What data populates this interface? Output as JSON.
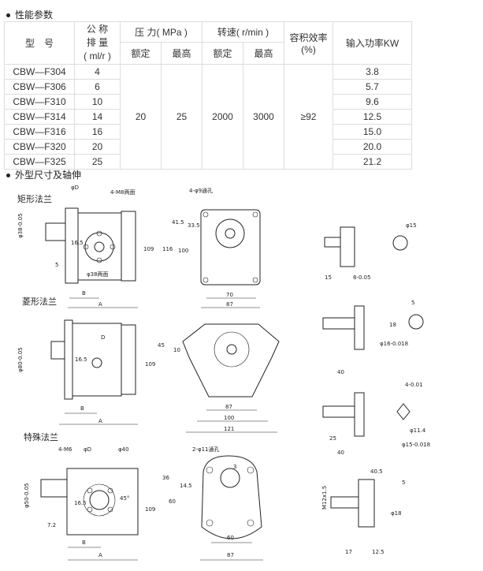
{
  "sections": {
    "performance": "性能参数",
    "dimensions": "外型尺寸及轴伸"
  },
  "table": {
    "headers": {
      "model": "型　号",
      "displacement": [
        "公 称",
        "排 量",
        "( ml/r )"
      ],
      "pressure": "压 力( MPa )",
      "speed": "转速( r/min )",
      "efficiency": "容积效率(%)",
      "power": "输入功率KW",
      "rated": "额定",
      "max": "最高"
    },
    "shared": {
      "pressure_rated": "20",
      "pressure_max": "25",
      "speed_rated": "2000",
      "speed_max": "3000",
      "efficiency": "≥92"
    },
    "rows": [
      {
        "model": "CBW—F304",
        "disp": "4",
        "power": "3.8"
      },
      {
        "model": "CBW—F306",
        "disp": "6",
        "power": "5.7"
      },
      {
        "model": "CBW—F310",
        "disp": "10",
        "power": "9.6"
      },
      {
        "model": "CBW—F314",
        "disp": "14",
        "power": "12.5"
      },
      {
        "model": "CBW—F316",
        "disp": "16",
        "power": "15.0"
      },
      {
        "model": "CBW—F320",
        "disp": "20",
        "power": "20.0"
      },
      {
        "model": "CBW—F325",
        "disp": "25",
        "power": "21.2"
      }
    ]
  },
  "drawings": {
    "rect_flange": {
      "title": "矩形法兰",
      "labels": [
        "φD",
        "4-M8两面",
        "φ38-0.05",
        "16.5",
        "5",
        "109",
        "φ38两面",
        "B",
        "A",
        "4-φ9通孔",
        "41.5",
        "33.5",
        "116",
        "100",
        "70",
        "87"
      ]
    },
    "diamond_flange": {
      "title": "菱形法兰",
      "labels": [
        "φ80-0.05",
        "16.5",
        "D",
        "109",
        "B",
        "A",
        "45",
        "10",
        "87",
        "100",
        "121"
      ]
    },
    "special_flange": {
      "title": "特殊法兰",
      "labels": [
        "4-M6",
        "φD",
        "φ40",
        "φ50-0.05",
        "16.5",
        "45°",
        "109",
        "7.2",
        "B",
        "A",
        "2-φ11通孔",
        "3",
        "36",
        "14.5",
        "60",
        "60",
        "87"
      ]
    },
    "shafts": {
      "labels": [
        "φ15",
        "15",
        "8-0.05",
        "5",
        "18",
        "φ16-0.018",
        "40",
        "4-0.01",
        "φ11.4",
        "25",
        "40",
        "φ15-0.018",
        "40.5",
        "5",
        "M12x1.5",
        "φ18",
        "17",
        "12.5"
      ]
    }
  }
}
